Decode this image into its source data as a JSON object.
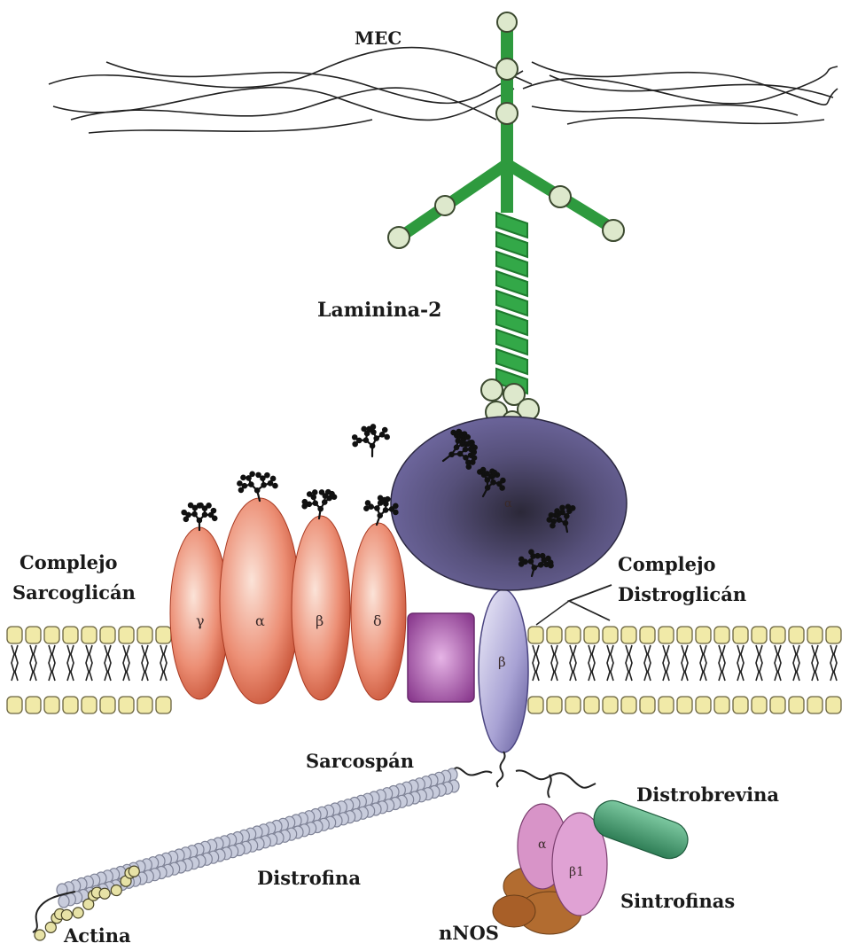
{
  "labels": {
    "mec": "MEC",
    "laminina": "Laminina-2",
    "sarcoglican_1": "Complejo",
    "sarcoglican_2": "Sarcoglicán",
    "distroglican_1": "Complejo",
    "distroglican_2": "Distroglicán",
    "sarcospan": "Sarcospán",
    "distrofina": "Distrofina",
    "distrobrevina": "Distrobrevina",
    "sintrofinas": "Sintrofinas",
    "nnos": "nNOS",
    "actina": "Actina"
  },
  "subunits": {
    "sg_gamma": "γ",
    "sg_alpha": "α",
    "sg_beta": "β",
    "sg_delta": "δ",
    "dg_alpha": "α",
    "dg_beta": "β",
    "syn_alpha": "α",
    "syn_beta1": "β1"
  },
  "colors": {
    "laminin": "#2e9a3e",
    "laminin_bead": "#d9e8c8",
    "sarcoglycan": "#e8735a",
    "dystroglycan_alpha": "#4e4680",
    "dystroglycan_beta": "#8a82c0",
    "sarcospan": "#9a4aa0",
    "membrane_head": "#f1eaa8",
    "dystrophin": "#aeb4cc",
    "dystrobrevin": "#3f9a6e",
    "syntrophin": "#d88cc8",
    "nnos": "#b06a2e"
  }
}
